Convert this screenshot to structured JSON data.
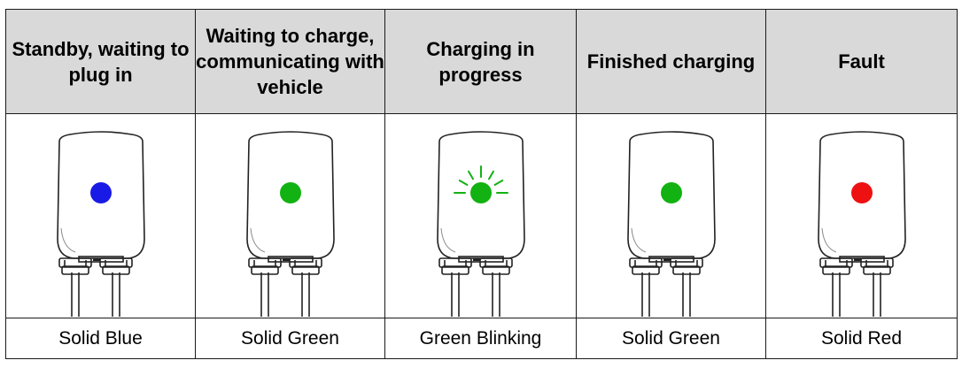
{
  "columns": [
    {
      "header": "Standby, waiting to plug in",
      "label": "Solid Blue",
      "led_color": "#1a1ae6",
      "blinking": false
    },
    {
      "header": "Waiting to charge, communicating with vehicle",
      "label": "Solid Green",
      "led_color": "#12b212",
      "blinking": false
    },
    {
      "header": "Charging in progress",
      "label": "Green Blinking",
      "led_color": "#12b212",
      "blinking": true
    },
    {
      "header": "Finished charging",
      "label": "Solid Green",
      "led_color": "#12b212",
      "blinking": false
    },
    {
      "header": "Fault",
      "label": "Solid Red",
      "led_color": "#ee1111",
      "blinking": false
    }
  ],
  "icons": {
    "device": "ev-charger-icon",
    "led": "status-led-icon"
  }
}
